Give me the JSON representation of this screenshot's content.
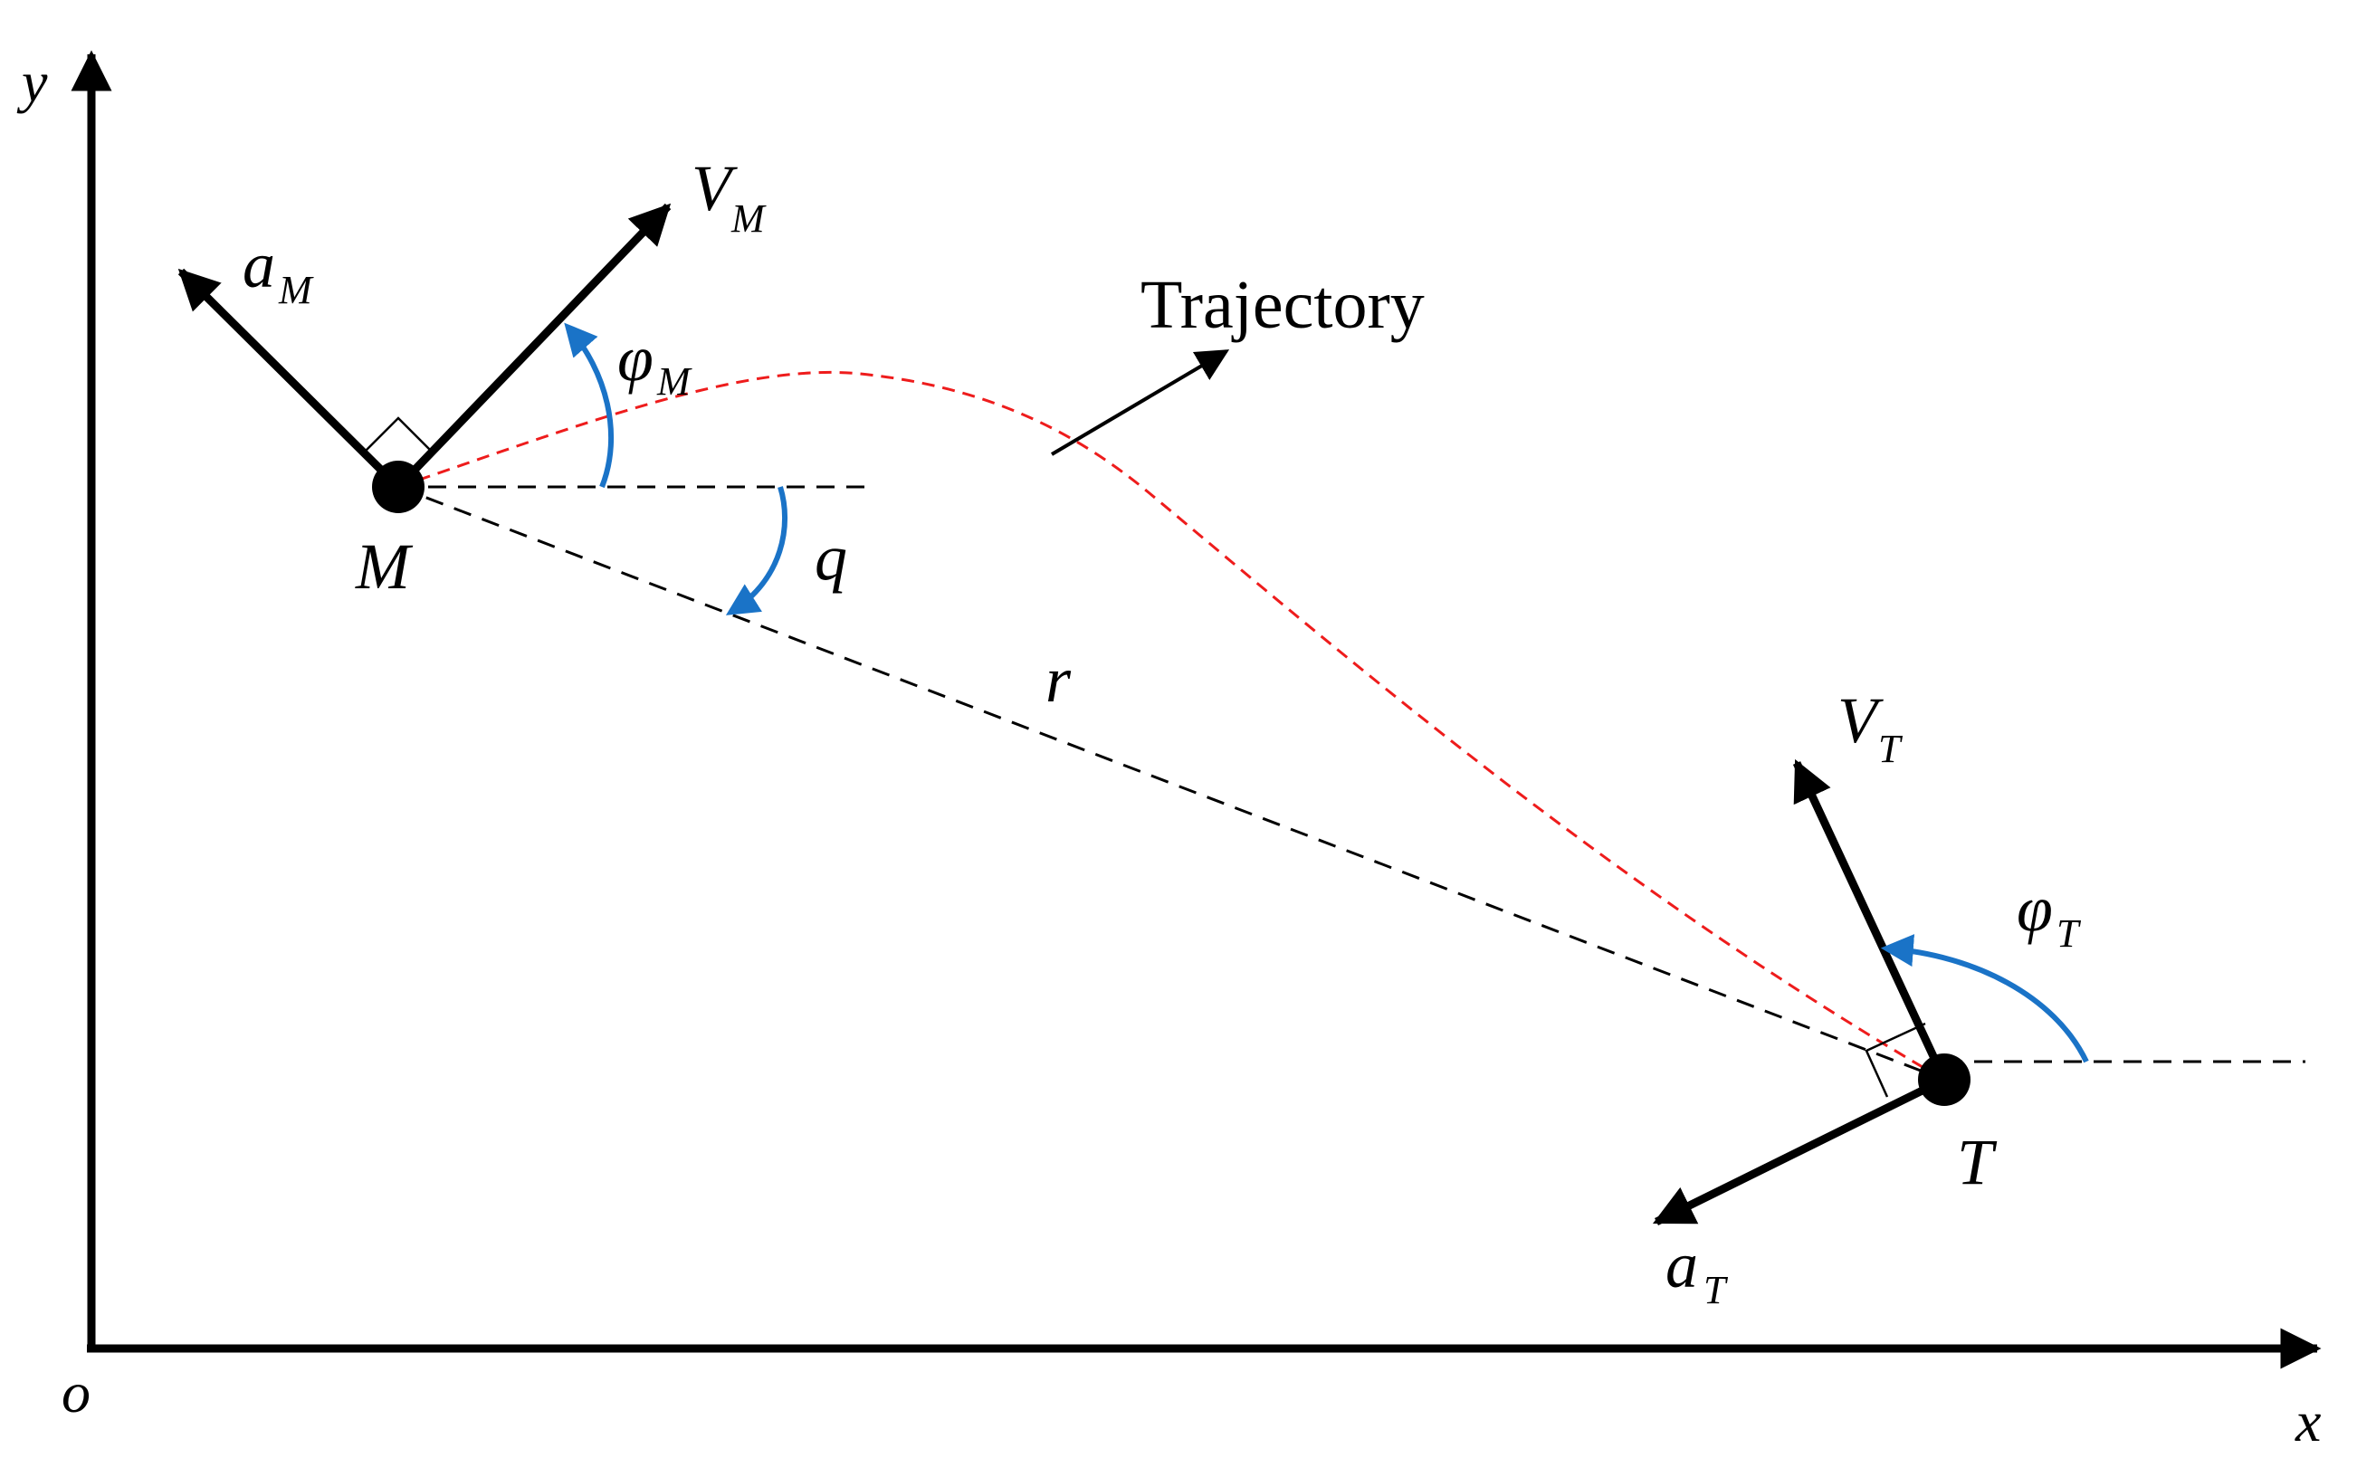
{
  "axes": {
    "x_label": "x",
    "y_label": "y",
    "origin_label": "o"
  },
  "missile": {
    "name": "M",
    "velocity_label": "V",
    "velocity_sub": "M",
    "accel_label": "a",
    "accel_sub": "M",
    "heading_label": "φ",
    "heading_sub": "M"
  },
  "target": {
    "name": "T",
    "velocity_label": "V",
    "velocity_sub": "T",
    "accel_label": "a",
    "accel_sub": "T",
    "heading_label": "φ",
    "heading_sub": "T"
  },
  "line_of_sight": {
    "angle_label": "q",
    "range_label": "r"
  },
  "trajectory_label": "Trajectory",
  "colors": {
    "ink": "#000000",
    "trajectory": "#ee1c1c",
    "angle_arc": "#1a73c7"
  }
}
